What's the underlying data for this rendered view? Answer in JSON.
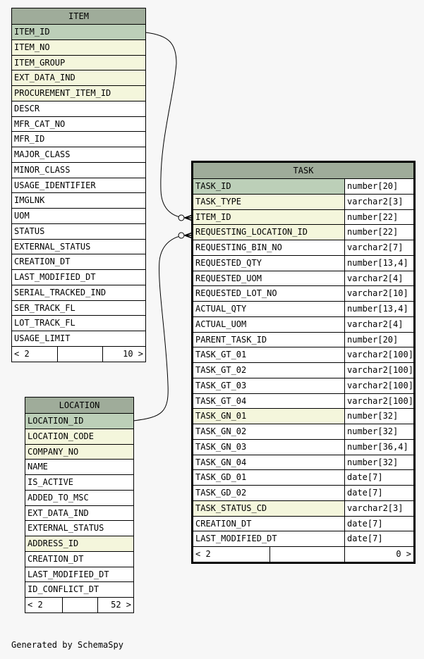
{
  "item": {
    "title": "ITEM",
    "columns": [
      {
        "name": "ITEM_ID",
        "kind": "pk"
      },
      {
        "name": "ITEM_NO",
        "kind": "fk"
      },
      {
        "name": "ITEM_GROUP",
        "kind": "fk"
      },
      {
        "name": "EXT_DATA_IND",
        "kind": "fk"
      },
      {
        "name": "PROCUREMENT_ITEM_ID",
        "kind": "fk"
      },
      {
        "name": "DESCR",
        "kind": ""
      },
      {
        "name": "MFR_CAT_NO",
        "kind": ""
      },
      {
        "name": "MFR_ID",
        "kind": ""
      },
      {
        "name": "MAJOR_CLASS",
        "kind": ""
      },
      {
        "name": "MINOR_CLASS",
        "kind": ""
      },
      {
        "name": "USAGE_IDENTIFIER",
        "kind": ""
      },
      {
        "name": "IMGLNK",
        "kind": ""
      },
      {
        "name": "UOM",
        "kind": ""
      },
      {
        "name": "STATUS",
        "kind": ""
      },
      {
        "name": "EXTERNAL_STATUS",
        "kind": ""
      },
      {
        "name": "CREATION_DT",
        "kind": ""
      },
      {
        "name": "LAST_MODIFIED_DT",
        "kind": ""
      },
      {
        "name": "SERIAL_TRACKED_IND",
        "kind": ""
      },
      {
        "name": "SER_TRACK_FL",
        "kind": ""
      },
      {
        "name": "LOT_TRACK_FL",
        "kind": ""
      },
      {
        "name": "USAGE_LIMIT",
        "kind": ""
      }
    ],
    "footer_left": "< 2",
    "footer_right": "10 >"
  },
  "location": {
    "title": "LOCATION",
    "columns": [
      {
        "name": "LOCATION_ID",
        "kind": "pk"
      },
      {
        "name": "LOCATION_CODE",
        "kind": "fk"
      },
      {
        "name": "COMPANY_NO",
        "kind": "fk"
      },
      {
        "name": "NAME",
        "kind": ""
      },
      {
        "name": "IS_ACTIVE",
        "kind": ""
      },
      {
        "name": "ADDED_TO_MSC",
        "kind": ""
      },
      {
        "name": "EXT_DATA_IND",
        "kind": ""
      },
      {
        "name": "EXTERNAL_STATUS",
        "kind": ""
      },
      {
        "name": "ADDRESS_ID",
        "kind": "fk"
      },
      {
        "name": "CREATION_DT",
        "kind": ""
      },
      {
        "name": "LAST_MODIFIED_DT",
        "kind": ""
      },
      {
        "name": "ID_CONFLICT_DT",
        "kind": ""
      }
    ],
    "footer_left": "< 2",
    "footer_right": "52 >"
  },
  "task": {
    "title": "TASK",
    "columns": [
      {
        "name": "TASK_ID",
        "type": "number[20]",
        "kind": "pk"
      },
      {
        "name": "TASK_TYPE",
        "type": "varchar2[3]",
        "kind": "fk"
      },
      {
        "name": "ITEM_ID",
        "type": "number[22]",
        "kind": "fk"
      },
      {
        "name": "REQUESTING_LOCATION_ID",
        "type": "number[22]",
        "kind": "fk"
      },
      {
        "name": "REQUESTING_BIN_NO",
        "type": "varchar2[7]",
        "kind": ""
      },
      {
        "name": "REQUESTED_QTY",
        "type": "number[13,4]",
        "kind": ""
      },
      {
        "name": "REQUESTED_UOM",
        "type": "varchar2[4]",
        "kind": ""
      },
      {
        "name": "REQUESTED_LOT_NO",
        "type": "varchar2[10]",
        "kind": ""
      },
      {
        "name": "ACTUAL_QTY",
        "type": "number[13,4]",
        "kind": ""
      },
      {
        "name": "ACTUAL_UOM",
        "type": "varchar2[4]",
        "kind": ""
      },
      {
        "name": "PARENT_TASK_ID",
        "type": "number[20]",
        "kind": ""
      },
      {
        "name": "TASK_GT_01",
        "type": "varchar2[100]",
        "kind": ""
      },
      {
        "name": "TASK_GT_02",
        "type": "varchar2[100]",
        "kind": ""
      },
      {
        "name": "TASK_GT_03",
        "type": "varchar2[100]",
        "kind": ""
      },
      {
        "name": "TASK_GT_04",
        "type": "varchar2[100]",
        "kind": ""
      },
      {
        "name": "TASK_GN_01",
        "type": "number[32]",
        "kind": "fk"
      },
      {
        "name": "TASK_GN_02",
        "type": "number[32]",
        "kind": ""
      },
      {
        "name": "TASK_GN_03",
        "type": "number[36,4]",
        "kind": ""
      },
      {
        "name": "TASK_GN_04",
        "type": "number[32]",
        "kind": ""
      },
      {
        "name": "TASK_GD_01",
        "type": "date[7]",
        "kind": ""
      },
      {
        "name": "TASK_GD_02",
        "type": "date[7]",
        "kind": ""
      },
      {
        "name": "TASK_STATUS_CD",
        "type": "varchar2[3]",
        "kind": "fk"
      },
      {
        "name": "CREATION_DT",
        "type": "date[7]",
        "kind": ""
      },
      {
        "name": "LAST_MODIFIED_DT",
        "type": "date[7]",
        "kind": ""
      }
    ],
    "footer_left": "< 2",
    "footer_right": "0 >"
  },
  "generated_by": "Generated by SchemaSpy"
}
